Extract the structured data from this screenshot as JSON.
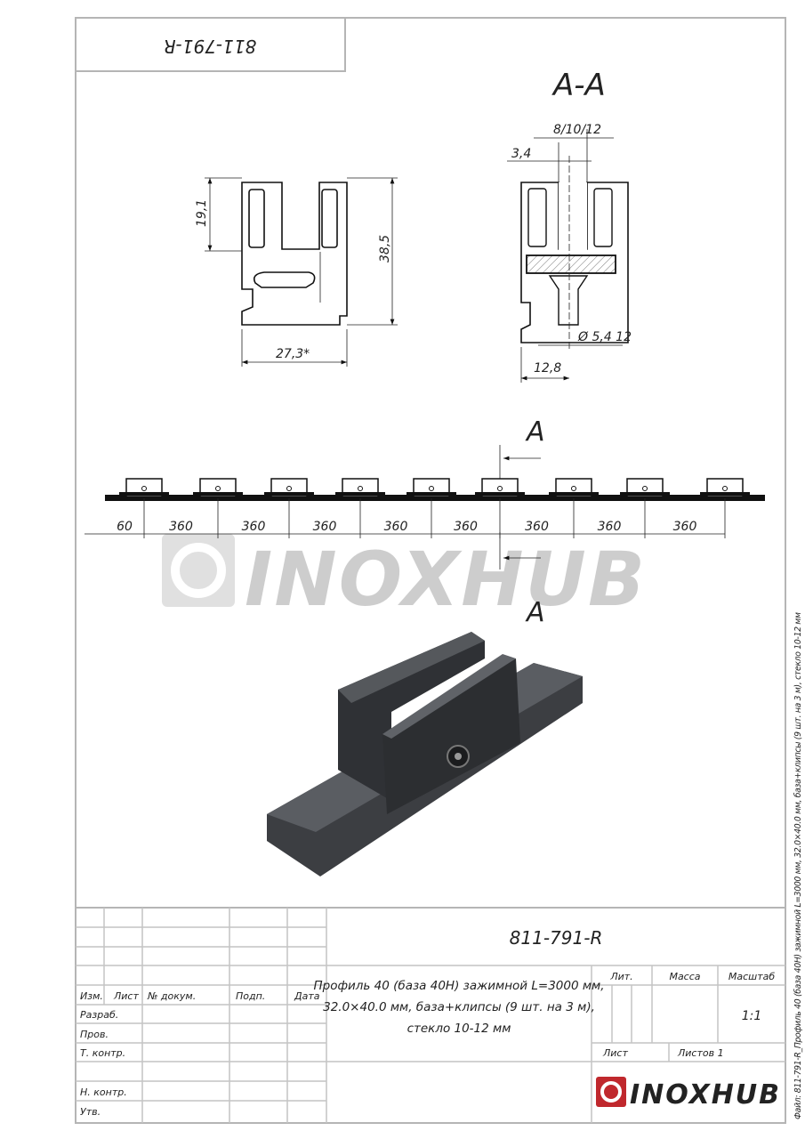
{
  "drawing": {
    "corner_code": "811-791-R",
    "section_title": "A-A",
    "front_view_dims": {
      "height_partial": "19,1",
      "height_total": "38,5",
      "width": "27,3*"
    },
    "section_dims": {
      "glass": "8/10/12",
      "offset": "3,4",
      "hole": "Ø 5,4 12",
      "half_width": "12,8"
    },
    "cut_label_top": "A",
    "cut_label_bottom": "A",
    "spacing_dims": [
      "60",
      "360",
      "360",
      "360",
      "360",
      "360",
      "360",
      "360",
      "360"
    ],
    "watermark": "INOXHUB"
  },
  "title_block": {
    "designation": "811-791-R",
    "description_lines": [
      "Профиль 40 (база 40Н) зажимной L=3000 мм,",
      "32.0×40.0 мм, база+клипсы (9 шт. на 3 м),",
      "стекло 10-12 мм"
    ],
    "header": {
      "izm": "Изм.",
      "list": "Лист",
      "doc": "№ докум.",
      "sign": "Подп.",
      "date": "Дата"
    },
    "roles": [
      "Разраб.",
      "Пров.",
      "Т. контр.",
      "",
      "Н. контр.",
      "Утв."
    ],
    "lit_label": "Лит.",
    "mass_label": "Масса",
    "scale_label": "Масштаб",
    "scale_value": "1:1",
    "sheet_label": "Лист",
    "sheets_label": "Листов 1",
    "logo": "INOXHUB",
    "brand_color": "#c0282d"
  },
  "side_caption": "Файл: 811-791-R_Профиль 40 (база 40Н) зажимной L=3000 мм, 32.0×40.0 мм, база+клипсы (9 шт. на 3 м), стекло 10-12 мм"
}
